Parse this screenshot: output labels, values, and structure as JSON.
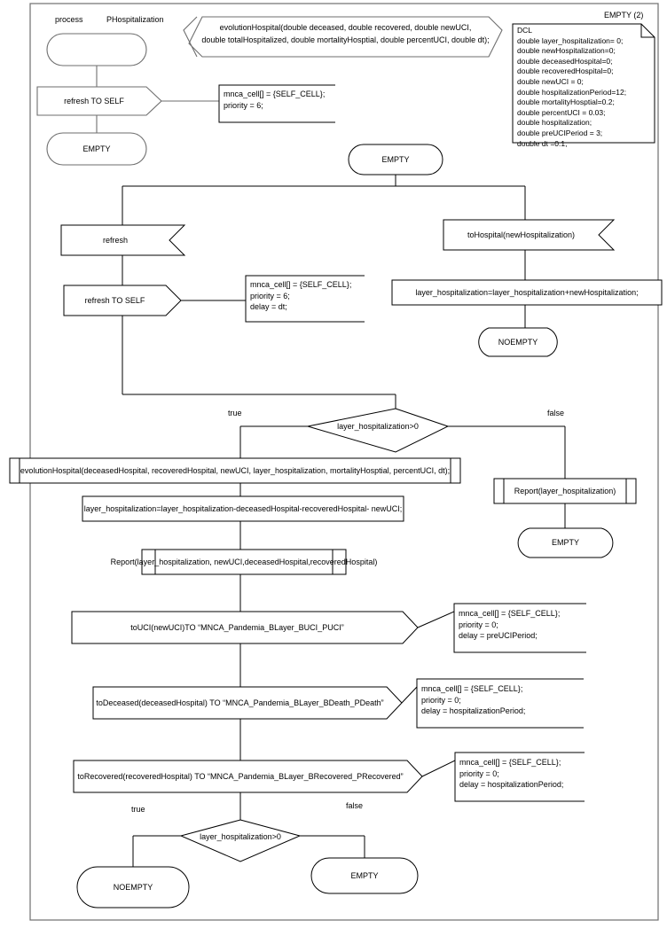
{
  "diagram": {
    "type": "SDL process flow diagram",
    "frame_label_keyword": "process",
    "frame_label_name": "PHospitalization",
    "top_right_label": "EMPTY (2)"
  },
  "declaration": {
    "procedure_box": "evolutionHospital(double deceased, double recovered, double newUCI,\ndouble totalHospitalized, double mortalityHosptial, double percentUCI, double dt);",
    "procedure_line1": "evolutionHospital(double deceased, double recovered, double newUCI,",
    "procedure_line2": "double totalHospitalized, double mortalityHosptial, double percentUCI, double dt);"
  },
  "dcl_note": {
    "title": "DCL",
    "lines": [
      "double layer_hospitalization= 0;",
      "double newHospitalization=0;",
      "double deceasedHospital=0;",
      "double recoveredHospital=0;",
      "double newUCI = 0;",
      "double hospitalizationPeriod=12;",
      "double mortalityHosptial=0.2;",
      "double percentUCI = 0.03;",
      "double hospitalization;",
      "double preUCIPeriod = 3;",
      "double dt =0.1;"
    ],
    "text": "DCL\ndouble layer_hospitalization= 0;\ndouble newHospitalization=0;\ndouble deceasedHospital=0;\ndouble recoveredHospital=0;\ndouble newUCI = 0;\ndouble hospitalizationPeriod=12;\ndouble mortalityHosptial=0.2;\ndouble percentUCI = 0.03;\ndouble hospitalization;\ndouble preUCIPeriod = 3;\ndouble dt =0.1;"
  },
  "init_branch": {
    "start_state": "",
    "output_refresh_to_self": "refresh TO SELF",
    "note": "mnca_cell[] = {SELF_CELL};\npriority = 6;",
    "end_state": "EMPTY"
  },
  "main": {
    "state_empty": "EMPTY",
    "left_input": "refresh",
    "left_output": "refresh TO SELF",
    "left_output_note": "mnca_cell[] = {SELF_CELL};\npriority = 6;\ndelay = dt;",
    "right_input": "toHospital(newHospitalization)",
    "right_task": "layer_hospitalization=layer_hospitalization+newHospitalization;",
    "right_state": "NOEMPTY"
  },
  "decision_top": {
    "condition": "layer_hospitalization>0",
    "true_label": "true",
    "false_label": "false"
  },
  "false_branch_top": {
    "procedure_call": "Report(layer_hospitalization)",
    "state": "EMPTY"
  },
  "true_branch": {
    "procedure_call": "evolutionHospital(deceasedHospital, recoveredHospital, newUCI, layer_hospitalization, mortalityHosptial, percentUCI, dt);",
    "task": "layer_hospitalization=layer_hospitalization-deceasedHospital-recoveredHospital- newUCI;",
    "report_call": "Report(layer_hospitalization, newUCI,deceasedHospital,recoveredHospital)",
    "outputs": [
      {
        "label": "toUCI(newUCI)TO “MNCA_Pandemia_BLayer_BUCI_PUCI”",
        "note": "mnca_cell[] = {SELF_CELL};\npriority = 0;\ndelay = preUCIPeriod;"
      },
      {
        "label": "toDeceased(deceasedHospital) TO “MNCA_Pandemia_BLayer_BDeath_PDeath”",
        "note": "mnca_cell[] = {SELF_CELL};\npriority = 0;\ndelay = hospitalizationPeriod;"
      },
      {
        "label": "toRecovered(recoveredHospital) TO “MNCA_Pandemia_BLayer_BRecovered_PRecovered”",
        "note": "mnca_cell[] = {SELF_CELL};\npriority = 0;\ndelay = hospitalizationPeriod;"
      }
    ]
  },
  "decision_bottom": {
    "condition": "layer_hospitalization>0",
    "true_label": "true",
    "false_label": "false",
    "true_state": "NOEMPTY",
    "false_state": "EMPTY"
  },
  "colors": {
    "stroke": "#000000",
    "stroke_grey": "#6e6e6e",
    "background": "#ffffff"
  }
}
